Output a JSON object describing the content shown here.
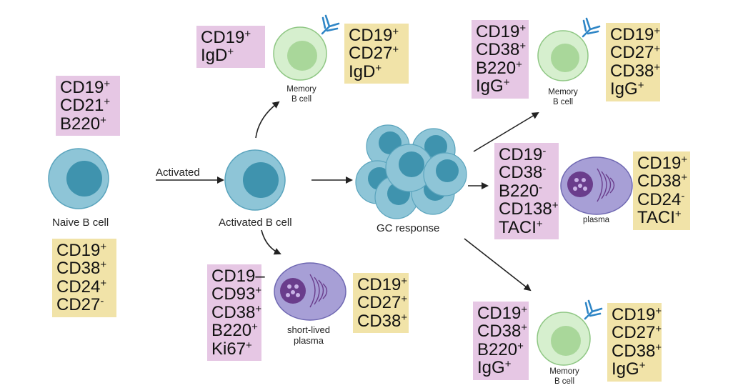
{
  "colors": {
    "marker_pink": "#e6c7e4",
    "marker_yellow": "#f1e3a8",
    "bcell_fill": "#8ec5d7",
    "bcell_nucleus": "#3f93ae",
    "memory_fill": "#d6efce",
    "memory_nucleus": "#a9d79a",
    "plasma_fill": "#a79fd6",
    "plasma_nucleus": "#6a3d8c",
    "antibody": "#2f86c6",
    "arrow": "#222222"
  },
  "labels": {
    "naive": "Naive B cell",
    "activated_arrow": "Activated",
    "activated": "Activated B cell",
    "gc": "GC response",
    "memory_top": [
      "Memory",
      "B cell"
    ],
    "memory_right_top": [
      "Memory",
      "B cell"
    ],
    "memory_right_bottom": [
      "Memory",
      "B cell"
    ],
    "plasma": "plasma",
    "short_lived": [
      "short-lived",
      "plasma"
    ]
  },
  "markers": {
    "naive_top": [
      {
        "name": "CD19",
        "sign": "+"
      },
      {
        "name": "CD21",
        "sign": "+"
      },
      {
        "name": "B220",
        "sign": "+"
      }
    ],
    "naive_bottom": [
      {
        "name": "CD19",
        "sign": "+"
      },
      {
        "name": "CD38",
        "sign": "+"
      },
      {
        "name": "CD24",
        "sign": "+"
      },
      {
        "name": "CD27",
        "sign": "-"
      }
    ],
    "mem_top_left": [
      {
        "name": "CD19",
        "sign": "+"
      },
      {
        "name": "IgD",
        "sign": "+"
      }
    ],
    "mem_top_right": [
      {
        "name": "CD19",
        "sign": "+"
      },
      {
        "name": "CD27",
        "sign": "+"
      },
      {
        "name": "IgD",
        "sign": "+"
      }
    ],
    "slp_left": [
      {
        "name": "CD19–",
        "sign": ""
      },
      {
        "name": "CD93",
        "sign": "+"
      },
      {
        "name": "CD38",
        "sign": "+"
      },
      {
        "name": "B220",
        "sign": "+"
      },
      {
        "name": "Ki67",
        "sign": "+"
      }
    ],
    "slp_right": [
      {
        "name": "CD19",
        "sign": "+"
      },
      {
        "name": "CD27",
        "sign": "+"
      },
      {
        "name": "CD38",
        "sign": "+"
      }
    ],
    "gcmem_top_left": [
      {
        "name": "CD19",
        "sign": "+"
      },
      {
        "name": "CD38",
        "sign": "+"
      },
      {
        "name": "B220",
        "sign": "+"
      },
      {
        "name": "IgG",
        "sign": "+"
      }
    ],
    "gcmem_top_right": [
      {
        "name": "CD19",
        "sign": "+"
      },
      {
        "name": "CD27",
        "sign": "+"
      },
      {
        "name": "CD38",
        "sign": "+"
      },
      {
        "name": "IgG",
        "sign": "+"
      }
    ],
    "plasma_left": [
      {
        "name": "CD19",
        "sign": "-"
      },
      {
        "name": "CD38",
        "sign": "-"
      },
      {
        "name": "B220",
        "sign": "-"
      },
      {
        "name": "CD138",
        "sign": "+"
      },
      {
        "name": "TACI",
        "sign": "+"
      }
    ],
    "plasma_right": [
      {
        "name": "CD19",
        "sign": "+"
      },
      {
        "name": "CD38",
        "sign": "+"
      },
      {
        "name": "CD24",
        "sign": "-"
      },
      {
        "name": "TACI",
        "sign": "+"
      }
    ],
    "gcmem_bottom_left": [
      {
        "name": "CD19",
        "sign": "+"
      },
      {
        "name": "CD38",
        "sign": "+"
      },
      {
        "name": "B220",
        "sign": "+"
      },
      {
        "name": "IgG",
        "sign": "+"
      }
    ],
    "gcmem_bottom_right": [
      {
        "name": "CD19",
        "sign": "+"
      },
      {
        "name": "CD27",
        "sign": "+"
      },
      {
        "name": "CD38",
        "sign": "+"
      },
      {
        "name": "IgG",
        "sign": "+"
      }
    ]
  }
}
